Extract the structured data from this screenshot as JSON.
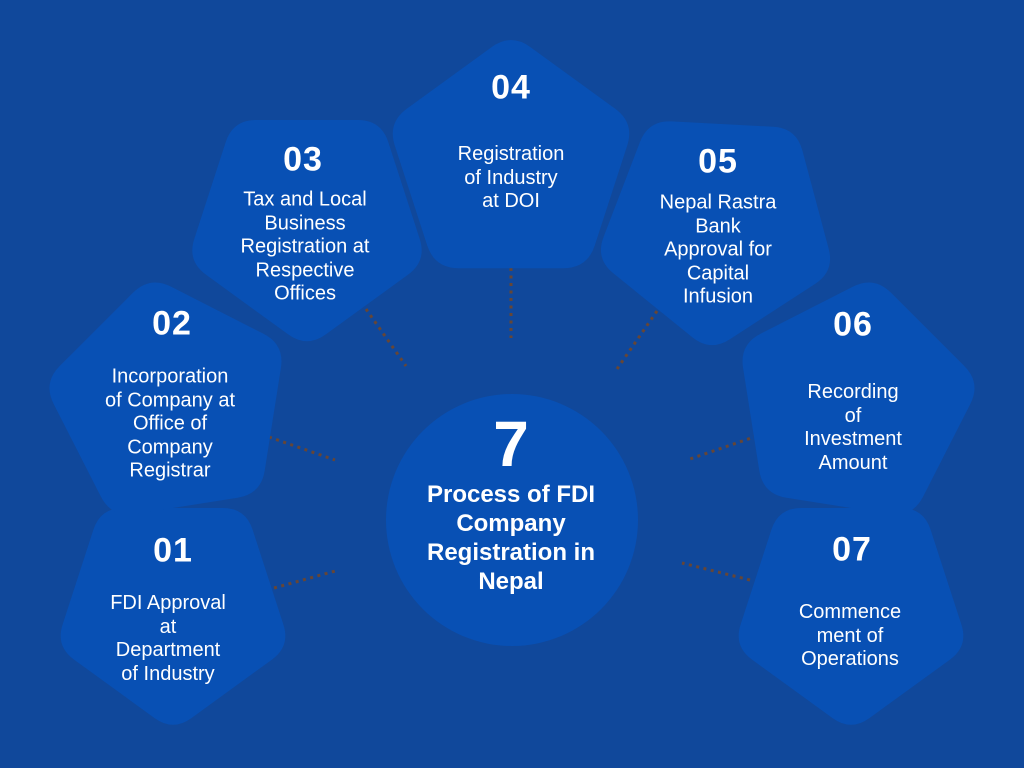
{
  "colors": {
    "background": "#10489b",
    "shape": "#0850b4",
    "text": "#ffffff",
    "connector": "#70462c"
  },
  "center": {
    "count": "7",
    "title": "Process of FDI\nCompany\nRegistration in\nNepal"
  },
  "steps": [
    {
      "number": "01",
      "label": "FDI Approval\nat\nDepartment\nof Industry"
    },
    {
      "number": "02",
      "label": "Incorporation\nof Company at\nOffice of\nCompany\nRegistrar"
    },
    {
      "number": "03",
      "label": "Tax and Local\nBusiness\nRegistration at\nRespective\nOffices"
    },
    {
      "number": "04",
      "label": "Registration\nof Industry\nat DOI"
    },
    {
      "number": "05",
      "label": "Nepal Rastra\nBank\nApproval for\nCapital\nInfusion"
    },
    {
      "number": "06",
      "label": "Recording\nof\nInvestment\nAmount"
    },
    {
      "number": "07",
      "label": "Commence\nment of\nOperations"
    }
  ]
}
